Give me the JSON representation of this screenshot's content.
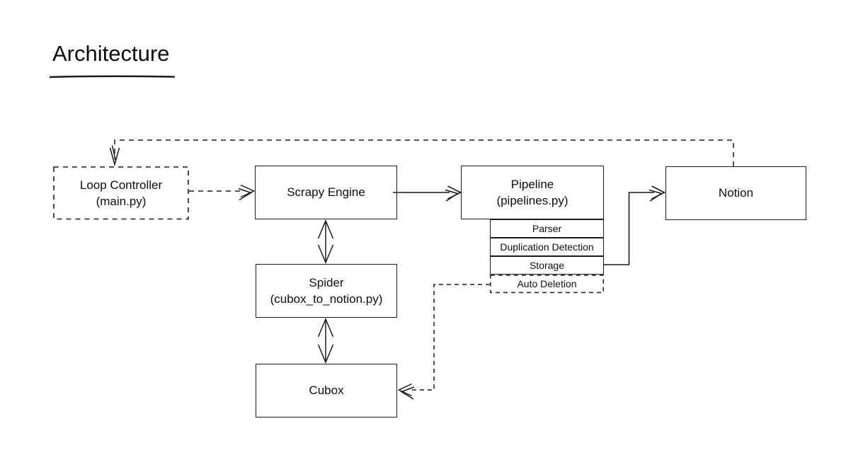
{
  "page": {
    "title": "Architecture"
  },
  "diagram": {
    "colors": {
      "line": "#1b1b1b",
      "background": "#ffffff",
      "text": "#0e0e0e"
    },
    "nodes": [
      {
        "id": "loop-controller",
        "label": "Loop Controller",
        "sublabel": "(main.py)",
        "border": "dashed"
      },
      {
        "id": "scrapy-engine",
        "label": "Scrapy Engine",
        "border": "solid"
      },
      {
        "id": "pipeline",
        "label": "Pipeline",
        "sublabel": "(pipelines.py)",
        "border": "solid"
      },
      {
        "id": "pipeline-stage-parser",
        "label": "Parser",
        "border": "solid"
      },
      {
        "id": "pipeline-stage-duplication-detection",
        "label": "Duplication Detection",
        "border": "solid"
      },
      {
        "id": "pipeline-stage-storage",
        "label": "Storage",
        "border": "solid"
      },
      {
        "id": "pipeline-stage-auto-deletion",
        "label": "Auto Deletion",
        "border": "dashed"
      },
      {
        "id": "notion",
        "label": "Notion",
        "border": "solid"
      },
      {
        "id": "spider",
        "label": "Spider",
        "sublabel": "(cubox_to_notion.py)",
        "border": "solid"
      },
      {
        "id": "cubox",
        "label": "Cubox",
        "border": "solid"
      }
    ],
    "edges": [
      {
        "id": "notion-to-loop-controller",
        "from": "notion",
        "to": "loop-controller",
        "style": "dashed",
        "bidirectional": false
      },
      {
        "id": "loop-controller-to-scrapy-engine",
        "from": "loop-controller",
        "to": "scrapy-engine",
        "style": "dashed",
        "bidirectional": false
      },
      {
        "id": "scrapy-engine-to-pipeline",
        "from": "scrapy-engine",
        "to": "pipeline",
        "style": "solid",
        "bidirectional": false
      },
      {
        "id": "scrapy-engine-spider",
        "from": "scrapy-engine",
        "to": "spider",
        "style": "solid",
        "bidirectional": true
      },
      {
        "id": "spider-cubox",
        "from": "spider",
        "to": "cubox",
        "style": "solid",
        "bidirectional": true
      },
      {
        "id": "storage-to-notion",
        "from": "pipeline-stage-storage",
        "to": "notion",
        "style": "solid",
        "bidirectional": false
      },
      {
        "id": "auto-deletion-to-cubox",
        "from": "pipeline-stage-auto-deletion",
        "to": "cubox",
        "style": "dashed",
        "bidirectional": false
      }
    ]
  }
}
